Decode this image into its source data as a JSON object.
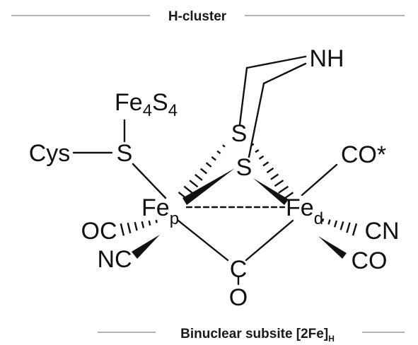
{
  "header": {
    "title": "H-cluster"
  },
  "footer": {
    "label_main": "Binuclear subsite [2Fe]",
    "label_sub": "H"
  },
  "atoms": {
    "nh": "NH",
    "fe4s4_fe": "Fe",
    "fe4s4_n1": "4",
    "fe4s4_s": "S",
    "fe4s4_n2": "4",
    "cys": "Cys",
    "s_cys": "S",
    "s_top": "S",
    "s_bottom": "S",
    "co_star": "CO*",
    "fe_p": "Fe",
    "fe_p_sub": "p",
    "fe_d": "Fe",
    "fe_d_sub": "d",
    "oc_left": "OC",
    "nc_left": "NC",
    "cn_right": "CN",
    "co_right": "CO",
    "c_bridge": "C",
    "o_bridge": "O"
  },
  "colors": {
    "rule": "#b3b3b3",
    "ink": "#111111"
  }
}
